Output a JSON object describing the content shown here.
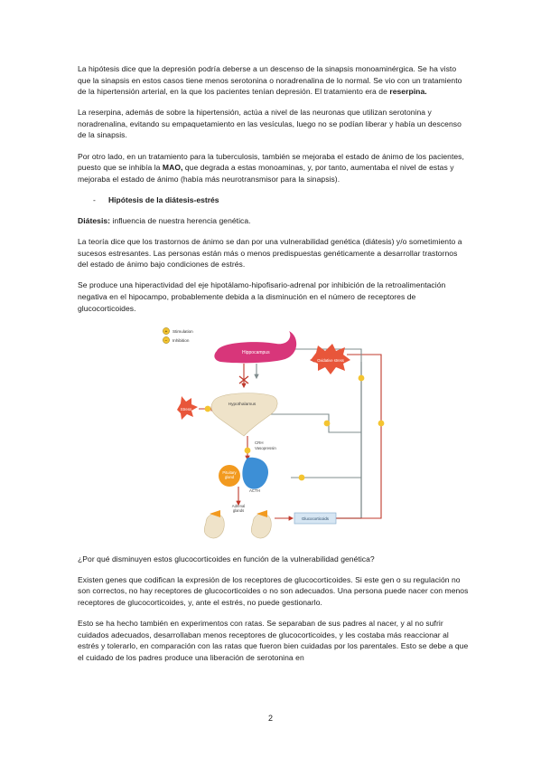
{
  "paragraphs": {
    "p1a": "La hipótesis dice que la depresión podría deberse a un descenso de la sinapsis monoaminérgica. Se ha visto que la sinapsis en estos casos tiene menos serotonina o noradrenalina de lo normal. Se vio con un tratamiento de la hipertensión arterial, en la que los pacientes tenían depresión. El tratamiento era de ",
    "p1b": "reserpina.",
    "p2": "La reserpina, además de sobre la hipertensión, actúa a nivel de las neuronas que utilizan serotonina y noradrenalina, evitando su empaquetamiento en las vesículas, luego no se podían liberar y había un descenso de la sinapsis.",
    "p3a": "Por otro lado, en un tratamiento para la tuberculosis, también se mejoraba el estado de ánimo de los pacientes, puesto que se inhibía la ",
    "p3b": "MAO,",
    "p3c": " que degrada a estas monoaminas, y, por tanto, aumentaba el nivel de estas y mejoraba el estado de ánimo (había más neurotransmisor para la sinapsis).",
    "bullet_dash": "-",
    "bullet_title": "Hipótesis de la diátesis-estrés",
    "p4a": "Diátesis:",
    "p4b": " influencia de nuestra herencia genética.",
    "p5": "La teoría dice que los trastornos de ánimo se dan por una vulnerabilidad genética (diátesis) y/o sometimiento a sucesos estresantes. Las personas están más o menos predispuestas genéticamente a desarrollar trastornos del estado de ánimo bajo condiciones de estrés.",
    "p6": "Se produce una hiperactividad del eje hipotálamo-hipofisario-adrenal por inhibición de la retroalimentación negativa en el hipocampo, probablemente debida a la disminución en el número de receptores de glucocorticoides.",
    "p7": "¿Por qué disminuyen estos glucocorticoides en función de la vulnerabilidad genética?",
    "p8": "Existen genes que codifican la expresión de los receptores de glucocorticoides. Si este gen o su regulación no son correctos, no hay receptores de glucocorticoides o no son adecuados. Una persona puede nacer con menos receptores de glucocorticoides, y, ante el estrés, no puede gestionarlo.",
    "p9": "Esto se ha hecho también en experimentos con ratas. Se separaban de sus padres al nacer, y al no sufrir cuidados adecuados, desarrollaban menos receptores de glucocorticoides, y les costaba más reaccionar al estrés y tolerarlo, en comparación con las ratas que fueron bien cuidadas por los parentales. Esto se debe a que el cuidado de los padres produce una liberación de serotonina en"
  },
  "figure": {
    "legend_plus": "+",
    "legend_minus": "−",
    "legend_stimulation": "Stimulation",
    "legend_inhibition": "Inhibition",
    "hippocampus": "Hippocampus",
    "hypothalamus": "Hypothalamus",
    "crh": "CRH",
    "vasopressin": "Vasopressin",
    "pituitary_1": "Pituitary",
    "pituitary_2": "gland",
    "acth": "ACTH",
    "adrenal_1": "Adrenal",
    "adrenal_2": "glands",
    "glucocorticoids": "Glucocorticoids",
    "stress": "Stress",
    "oxidative_stress": "Oxidative stress"
  },
  "page_number": "2",
  "colors": {
    "hippocampus": "#d8367a",
    "arrow_red": "#c0392b",
    "arrow_gray": "#7f8c8d",
    "pituitary_blue": "#3d8fd6",
    "gland_orange": "#f29a1f",
    "star_red": "#e8563a",
    "gluco_box": "#d6e6f3"
  }
}
